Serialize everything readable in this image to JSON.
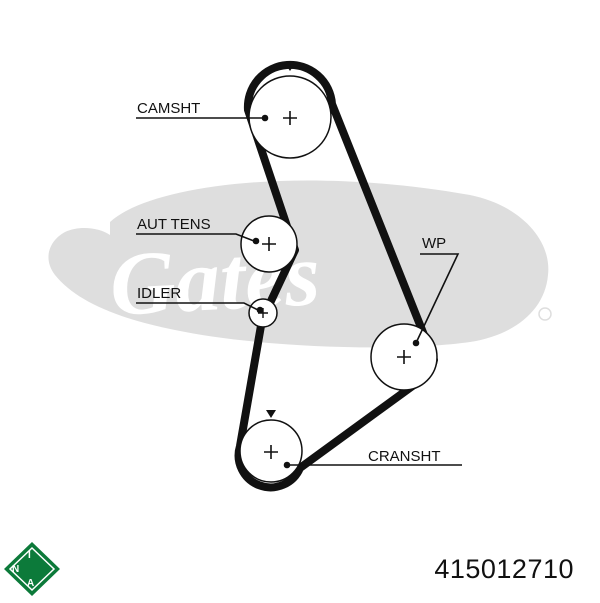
{
  "watermark": {
    "brand": "Gates",
    "registered_mark": "®"
  },
  "labels": {
    "camshaft": "CAMSHT",
    "auto_tensioner": "AUT TENS",
    "idler": "IDLER",
    "water_pump": "WP",
    "crankshaft": "CRANSHT"
  },
  "timing_marks": [
    "camshaft",
    "crankshaft"
  ],
  "logo": {
    "brand": "INA",
    "letters": [
      "I",
      "N",
      "A"
    ],
    "color": "#0c7a3a"
  },
  "part_number": "415012710",
  "colors": {
    "belt": "#111111",
    "watermark": "#dedede",
    "lines": "#111111"
  }
}
